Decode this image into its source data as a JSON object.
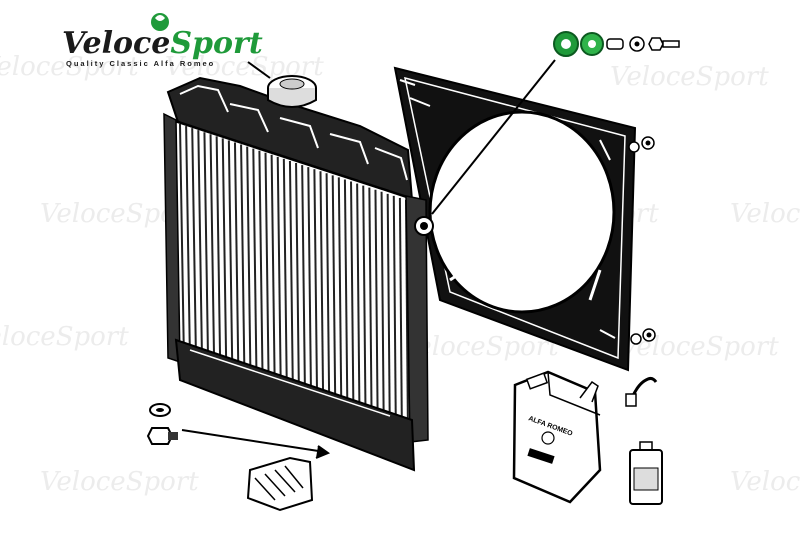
{
  "brand": {
    "name_part1": "Veloce",
    "name_part2": "Sport",
    "tagline": "Quality Classic Alfa Romeo",
    "color_dark": "#1a1a1a",
    "color_green": "#1f9a3a",
    "watermark_color": "#e8e8e8"
  },
  "labels": {
    "canister_brand": "ALFA ROMEO"
  },
  "icons": [
    "radiator-icon",
    "fan-shroud-icon",
    "radiator-cap-icon",
    "coolant-canister-icon",
    "bottle-icon",
    "drain-plug-icon",
    "washer-icon",
    "bracket-icon",
    "bolt-icon",
    "nut-icon",
    "grommet-icon",
    "temperature-sensor-icon"
  ]
}
